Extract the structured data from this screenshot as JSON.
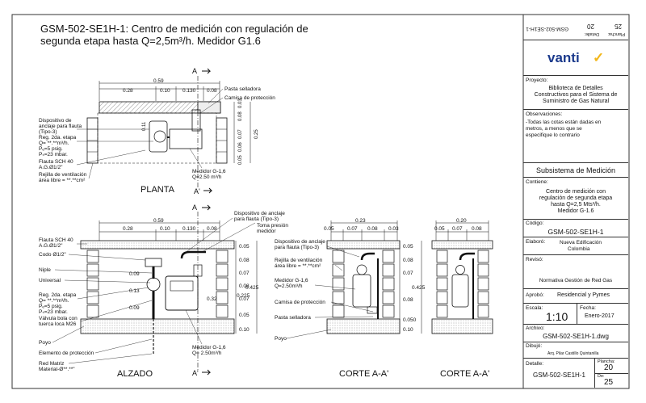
{
  "title": {
    "line1": "GSM-502-SE1H-1: Centro de medición con regulación de",
    "line2": "segunda etapa hasta Q=2,5m³/h.  Medidor G1.6"
  },
  "views": {
    "plan": "PLANTA",
    "elevation": "ALZADO",
    "section1": "CORTE A-A'",
    "section2": "CORTE A-A'",
    "section_mark": "A",
    "section_mark_prime": "A'"
  },
  "dimensions": {
    "plan_total": "0.59",
    "plan_parts": [
      "0.28",
      "0.10",
      "0.130",
      "0.08"
    ],
    "plan_vertical": [
      "0.03",
      "0.08",
      "0.07",
      "0.06",
      "0.05"
    ],
    "plan_v_total": "0.25",
    "plan_v_left": "0.11",
    "elev_total": "0.59",
    "elev_parts": [
      "0.28",
      "0.10",
      "0.130",
      "0.08"
    ],
    "elev_right": [
      "0.05",
      "0.08",
      "0.07",
      "0.08",
      "0.07",
      "0.05",
      "0.10"
    ],
    "elev_totals": [
      "0.425",
      "0.225"
    ],
    "elev_inner": [
      "0.09",
      "0.13",
      "0.09",
      "0.32"
    ],
    "sec1_top": "0.23",
    "sec1_parts": [
      "0.05",
      "0.07",
      "0.08",
      "0.03"
    ],
    "sec1_right": [
      "0.05",
      "0.08",
      "0.07",
      "0.08",
      "0.050",
      "0.10"
    ],
    "sec1_total": "0.425",
    "sec2_top": "0.20",
    "sec2_parts": [
      "0.05",
      "0.07",
      "0.08"
    ]
  },
  "labels": {
    "pasta_selladora": "Pasta selladora",
    "camisa": "Camisa de protección",
    "dispositivo_plan": [
      "Dispositivo de",
      "anclaje para flauta",
      "(Tipo-3)"
    ],
    "reg_plan": [
      "Reg. 2da. etapa",
      "Q= **.**m³/h.",
      "Pₑ=5 psig.",
      "Pₛ=23 mbar."
    ],
    "flauta_plan": [
      "Flauta SCH 40",
      "A.G.Ø1/2\""
    ],
    "rejilla_plan": [
      "Rejilla de ventilación",
      "área libre =   **.**cm²"
    ],
    "medidor_plan": [
      "Medidor G-1,6",
      "Q=2.50 m³/h"
    ],
    "dispositivo_elev": [
      "Dispositivo de anclaje",
      "para flauta (Tipo-3)"
    ],
    "toma_presion": [
      "Toma presión",
      "medidor"
    ],
    "flauta_elev": [
      "Flauta SCH 40",
      "A.G.Ø1/2\""
    ],
    "codo": "Codo Ø1/2\"",
    "niple": "Niple",
    "universal": "Universal",
    "reg_elev": [
      "Reg. 2da. etapa",
      "Q= **.**m³/h.",
      "Pₑ=5 psig.",
      "Pₛ=23 mbar."
    ],
    "valvula": [
      "Válvula bola con",
      "tuerca loca M26"
    ],
    "poyo": "Poyo",
    "elemento": "Elemento de protección",
    "red_matriz": [
      "Red Matriz",
      "Material-Ø**.**\""
    ],
    "medidor_elev": [
      "Medidor G-1,6",
      "Q= 2.50m³/h"
    ],
    "dispositivo_sec": [
      "Dispositivo de anclaje",
      "para flauta (Tipo-3)"
    ],
    "rejilla_sec": [
      "Rejilla de ventilación",
      "área libre =  **.**cm²"
    ],
    "medidor_sec": [
      "Medidor G-1,6",
      "Q=2.50m³/h"
    ],
    "camisa_sec": "Camisa de protección",
    "pasta_sec": "Pasta selladora",
    "poyo_sec": "Poyo"
  },
  "title_block": {
    "rotated": {
      "plancha_label": "Plancha:",
      "plancha_value": "25",
      "detalle_label": "Detalle:",
      "detalle_value": "20",
      "code": "GSM-502-SE1H-1"
    },
    "logo": "vanti",
    "proyecto_label": "Proyecto:",
    "proyecto": [
      "Biblioteca de Detalles",
      "Constructivos para el Sistema de",
      "Suministro de Gas Natural"
    ],
    "observaciones_label": "Observaciones:",
    "observaciones": [
      "-Todas las cotas están dadas en",
      "metros, a menos que se",
      "especifique lo contrario"
    ],
    "subsistema": "Subsistema de Medición",
    "contiene_label": "Contiene:",
    "contiene": [
      "Centro de medición con",
      "regulación de segunda etapa",
      "hasta Q=2,5 Mts³/h.",
      "Medidor G-1.6"
    ],
    "codigo_label": "Código:",
    "codigo": "GSM-502-SE1H-1",
    "elaboro_label": "Elaboró:",
    "elaboro": [
      "Nueva Edificación",
      "Colombia"
    ],
    "reviso_label": "Revisó:",
    "reviso": "Normativa Gestión de Red Gas",
    "aprobo_label": "Aprobó:",
    "aprobo": "Residencial y Pymes",
    "escala_label": "Escala:",
    "escala": "1:10",
    "fecha_label": "Fecha:",
    "fecha": "Enero-2017",
    "archivo_label": "Archivo:",
    "archivo": "GSM-502-SE1H-1.dwg",
    "dibujo_label": "Dibujó:",
    "dibujo": "Arq. Pilar Castillo Quintanilla",
    "detalle_label": "Detalle:",
    "detalle_code": "GSM-502-SE1H-1",
    "plancha_label": "Plancha:",
    "detalle_num": "20",
    "de_label": "De:",
    "plancha_num": "25"
  },
  "colors": {
    "brand": "#1b3a8c",
    "brand_accent": "#f2b619",
    "line": "#222222",
    "hatch": "#888888"
  }
}
